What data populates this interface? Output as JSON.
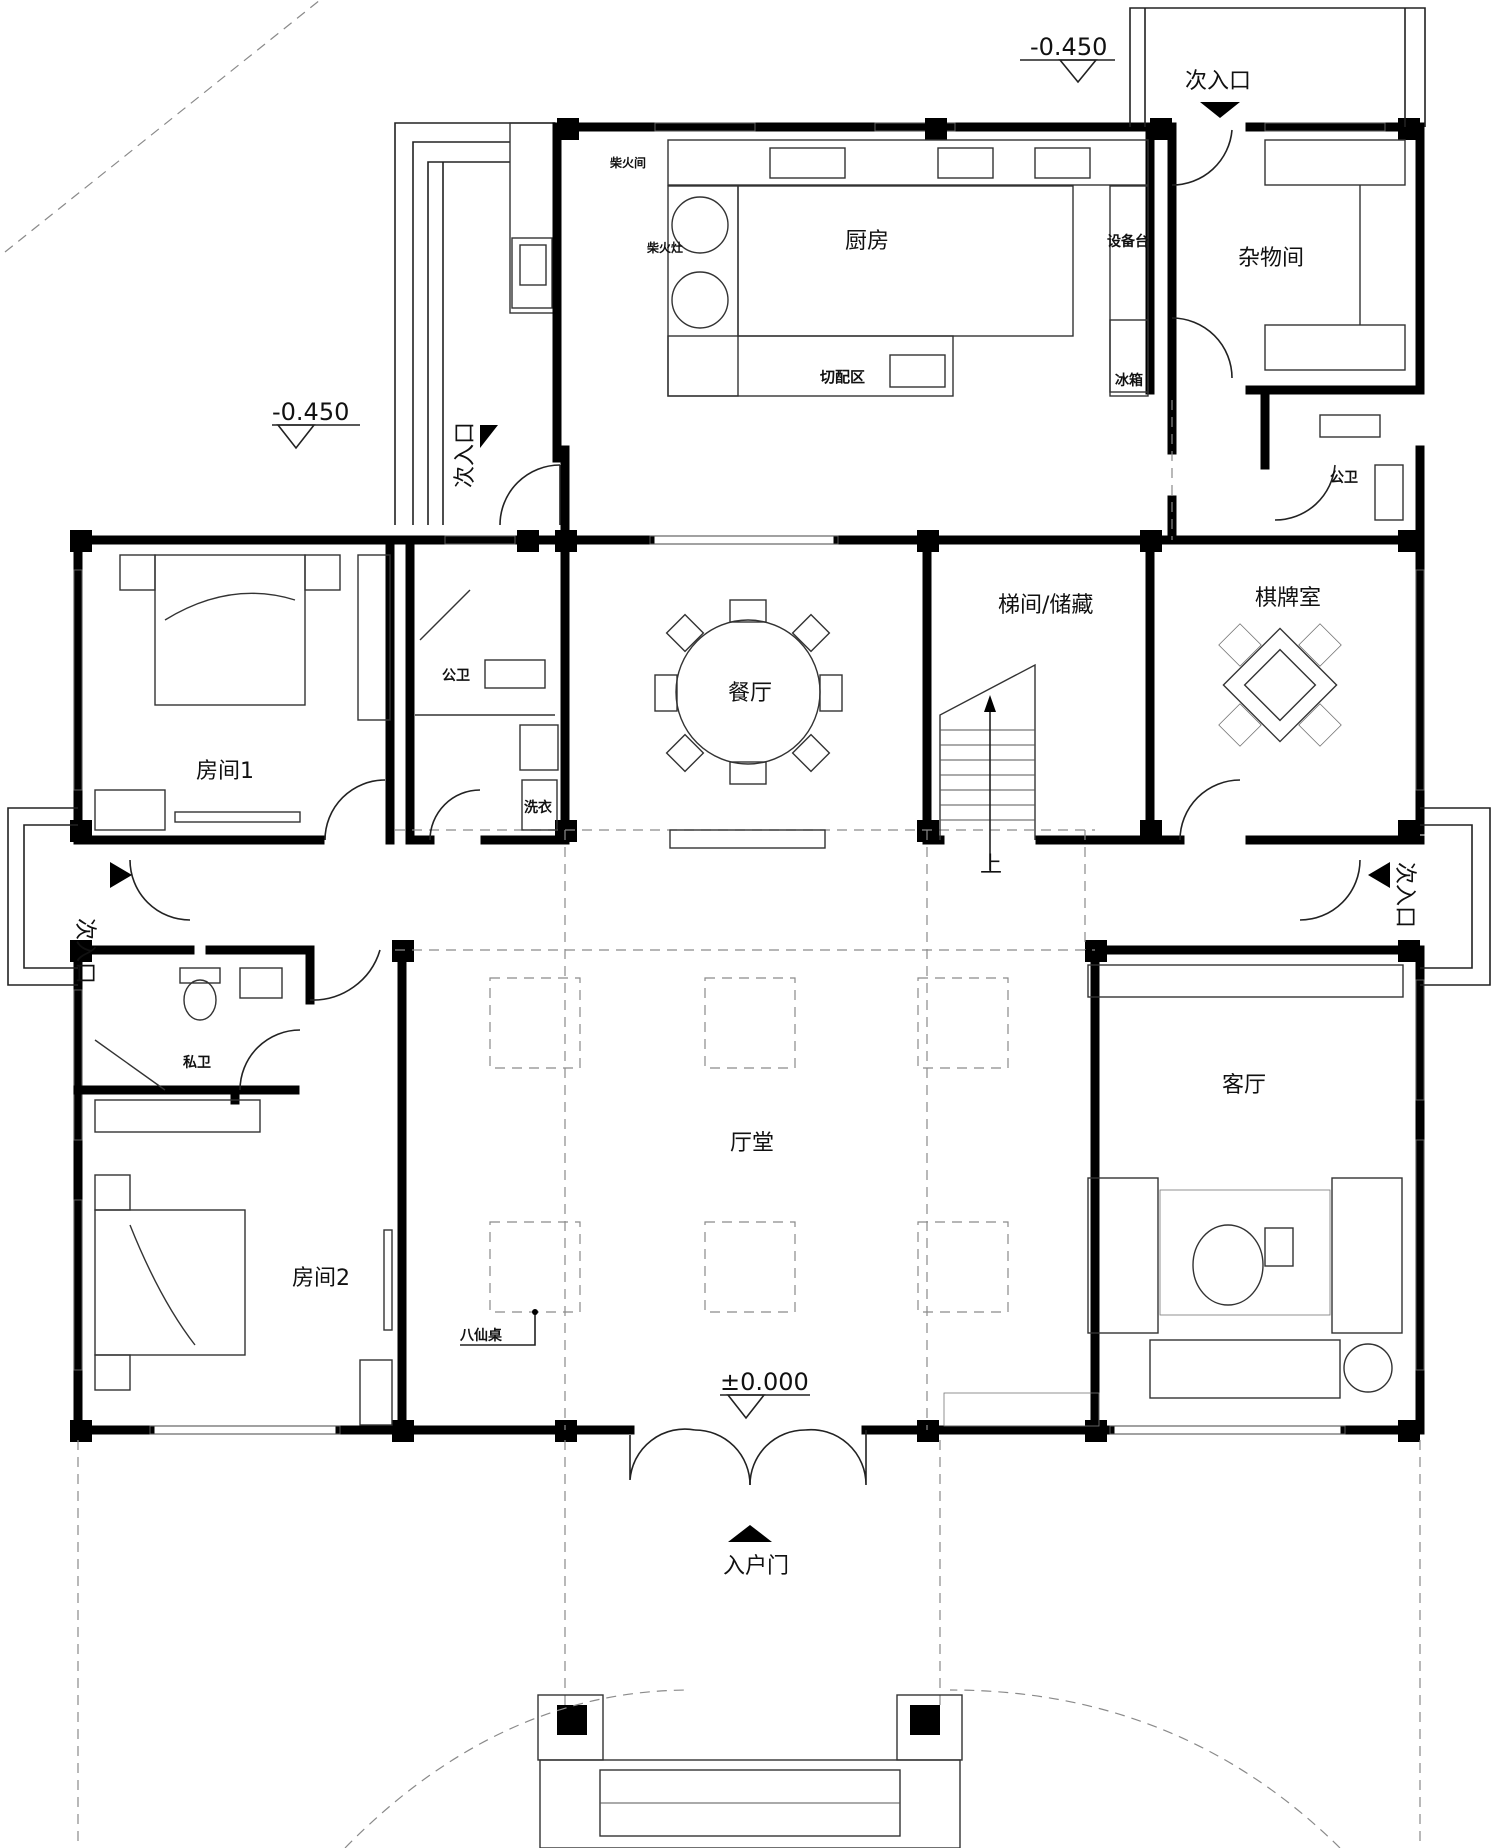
{
  "rooms": {
    "kitchen": "厨房",
    "storage_room": "杂物间",
    "room1": "房间1",
    "public_bath_left": "公卫",
    "dining": "餐厅",
    "stair_storage": "梯间/储藏",
    "chess_room": "棋牌室",
    "private_bath": "私卫",
    "room2": "房间2",
    "hall": "厅堂",
    "living_room": "客厅",
    "public_bath_right": "公卫"
  },
  "kitchen_labels": {
    "fire_room": "柴火间",
    "fire_stove": "柴火灶",
    "prep_area": "切配区",
    "equipment_counter": "设备台",
    "fridge": "冰箱"
  },
  "fixture_labels": {
    "washer": "洗衣",
    "eight_immortals_table": "八仙桌",
    "stair_up": "上"
  },
  "entrances": {
    "main_door": "入户门",
    "secondary_top": "次入口",
    "secondary_kitchen": "次入口",
    "secondary_left": "次入口",
    "secondary_right": "次入口"
  },
  "levels": {
    "top": "-0.450",
    "left": "-0.450",
    "entry": "±0.000"
  }
}
